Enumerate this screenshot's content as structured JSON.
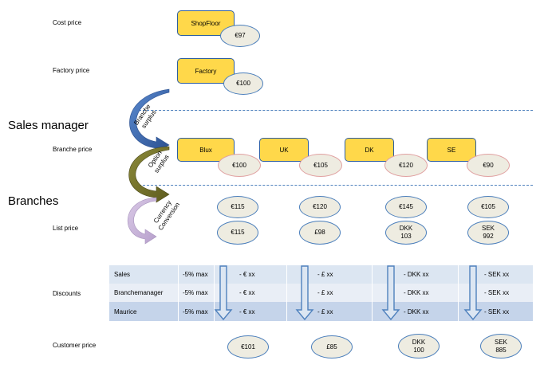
{
  "rows": {
    "cost_price": "Cost price",
    "factory_price": "Factory price",
    "branche_price": "Branche price",
    "list_price": "List price",
    "discounts": "Discounts",
    "customer_price": "Customer price"
  },
  "sections": {
    "sales_manager": "Sales manager",
    "branches": "Branches"
  },
  "top_boxes": {
    "shopfloor": "ShopFloor",
    "shopfloor_price": "€97",
    "factory": "Factory",
    "factory_price": "€100"
  },
  "arrows": {
    "branche_surplus": [
      "Branche",
      "surplus"
    ],
    "option_surplus": [
      "Option",
      "surplus"
    ],
    "currency_conversion": [
      "Currency",
      "Conversion"
    ]
  },
  "branches": [
    {
      "name": "Blux",
      "branche_price": "€100",
      "list_eur": "€115",
      "list_local": [
        "€115"
      ],
      "discounts": [
        "- € xx",
        "- € xx",
        "- € xx"
      ],
      "customer": [
        "€101"
      ]
    },
    {
      "name": "UK",
      "branche_price": "€105",
      "list_eur": "€120",
      "list_local": [
        "£98"
      ],
      "discounts": [
        "- £ xx",
        "- £ xx",
        "- £ xx"
      ],
      "customer": [
        "£85"
      ]
    },
    {
      "name": "DK",
      "branche_price": "€120",
      "list_eur": "€145",
      "list_local": [
        "DKK",
        "103"
      ],
      "discounts": [
        "- DKK xx",
        "- DKK xx",
        "- DKK xx"
      ],
      "customer": [
        "DKK",
        "100"
      ]
    },
    {
      "name": "SE",
      "branche_price": "€90",
      "list_eur": "€105",
      "list_local": [
        "SEK",
        "992"
      ],
      "discounts": [
        "- SEK xx",
        "- SEK xx",
        "- SEK xx"
      ],
      "customer": [
        "SEK",
        "885"
      ]
    }
  ],
  "discount_table": {
    "roles": [
      "Sales",
      "Branchemanager",
      "Maurice"
    ],
    "max": [
      "-5% max",
      "-5% max",
      "-5% max"
    ]
  },
  "colors": {
    "box_fill": "#ffd84a",
    "box_border": "#2e5e9f",
    "ellipse_fill": "#eeece1",
    "ellipse_border_blue": "#4a7ebb",
    "ellipse_border_pink": "#e0a0a0",
    "dash_line": "#4f81bd",
    "table_row_light": "#dce6f2",
    "table_row_mid": "#e9eef6",
    "table_row_dark": "#c5d4ea"
  }
}
